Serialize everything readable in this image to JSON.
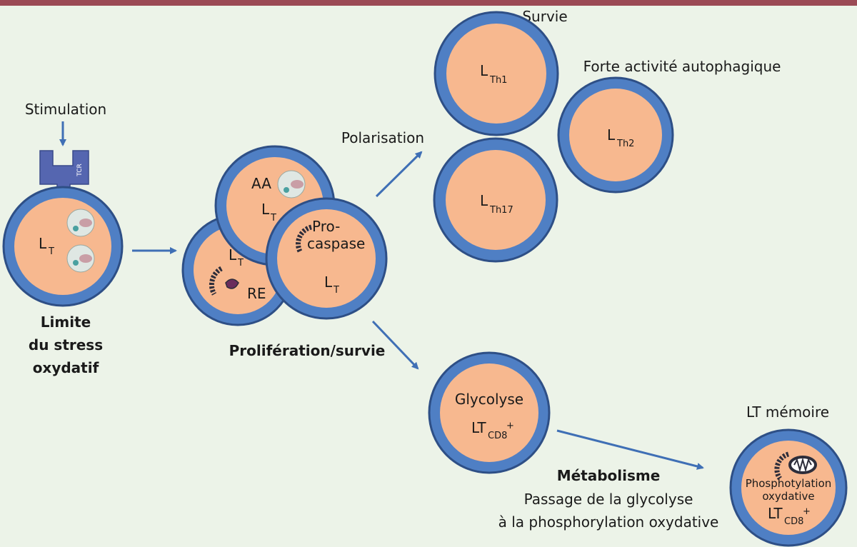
{
  "colors": {
    "top_bar": "#9b4a55",
    "background": "#ecf3e8",
    "cell_membrane": "#4f7fc4",
    "cell_membrane_dark": "#2e4f86",
    "cytoplasm": "#f7b88f",
    "arrow": "#3f6fb5",
    "tcr": "#5566b0",
    "organelle_dark": "#2d2d3a"
  },
  "labels": {
    "stimulation": "Stimulation",
    "tcr": "TCR",
    "stress_line1": "Limite",
    "stress_line2": "du stress",
    "stress_line3": "oxydatif",
    "proliferation": "Prolifération/survie",
    "polarisation": "Polarisation",
    "survie": "Survie",
    "autophagie": "Forte activité autophagique",
    "memoire": "LT mémoire",
    "metabolisme": "Métabolisme",
    "passage_line1": "Passage de la glycolyse",
    "passage_line2": "à la phosphorylation oxydative"
  },
  "cells": {
    "naive": {
      "main": "L",
      "sub": "T"
    },
    "cluster_top": {
      "main": "L",
      "sub": "T",
      "aa": "AA"
    },
    "cluster_left": {
      "main": "L",
      "sub": "T",
      "re": "RE"
    },
    "cluster_right": {
      "main": "L",
      "sub": "T",
      "pro_line1": "Pro-",
      "pro_line2": "caspase"
    },
    "th1": {
      "main": "L",
      "sub": "Th1"
    },
    "th2": {
      "main": "L",
      "sub": "Th2"
    },
    "th17": {
      "main": "L",
      "sub": "Th17"
    },
    "cd8": {
      "glyco": "Glycolyse",
      "main": "LT",
      "sub": "CD8",
      "sup": "+"
    },
    "memory": {
      "phos_line1": "Phosphotylation",
      "phos_line2": "oxydative",
      "main": "LT",
      "sub": "CD8",
      "sup": "+"
    }
  }
}
